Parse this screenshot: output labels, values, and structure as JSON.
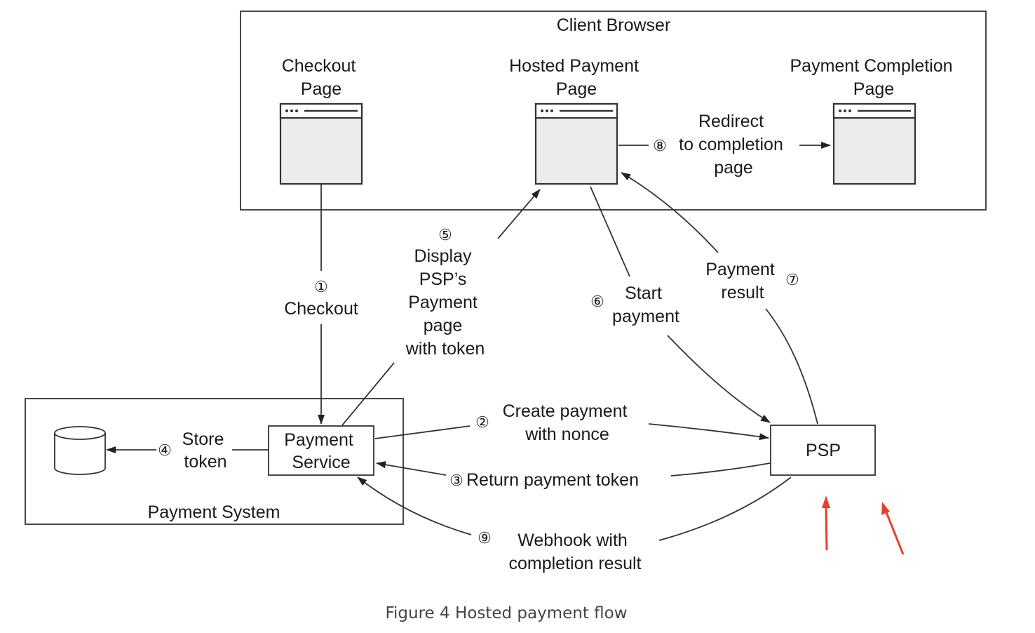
{
  "diagram": {
    "containers": {
      "client_browser": "Client Browser",
      "payment_system": "Payment System"
    },
    "pages": {
      "checkout": [
        "Checkout",
        "Page"
      ],
      "hosted_payment": [
        "Hosted Payment",
        "Page"
      ],
      "payment_completion": [
        "Payment Completion",
        "Page"
      ]
    },
    "nodes": {
      "payment_service": [
        "Payment",
        "Service"
      ],
      "psp": "PSP"
    },
    "steps": {
      "s1": {
        "num": "①",
        "text": [
          "Checkout"
        ]
      },
      "s2": {
        "num": "②",
        "text": [
          "Create payment",
          "with nonce"
        ]
      },
      "s3": {
        "num": "③",
        "text": [
          "Return payment token"
        ]
      },
      "s4": {
        "num": "④",
        "text": [
          "Store",
          "token"
        ]
      },
      "s5": {
        "num": "⑤",
        "text": [
          "Display",
          "PSP’s",
          "Payment",
          "page",
          "with token"
        ]
      },
      "s6": {
        "num": "⑥",
        "text": [
          "Start",
          "payment"
        ]
      },
      "s7": {
        "num": "⑦",
        "text": [
          "Payment",
          "result"
        ]
      },
      "s8": {
        "num": "⑧",
        "text": [
          "Redirect",
          "to completion",
          "page"
        ]
      },
      "s9": {
        "num": "⑨",
        "text": [
          "Webhook  with",
          "completion result"
        ]
      }
    },
    "caption": "Figure 4 Hosted payment flow",
    "colors": {
      "line": "#333333",
      "annotation_arrow": "#e5402b"
    }
  }
}
